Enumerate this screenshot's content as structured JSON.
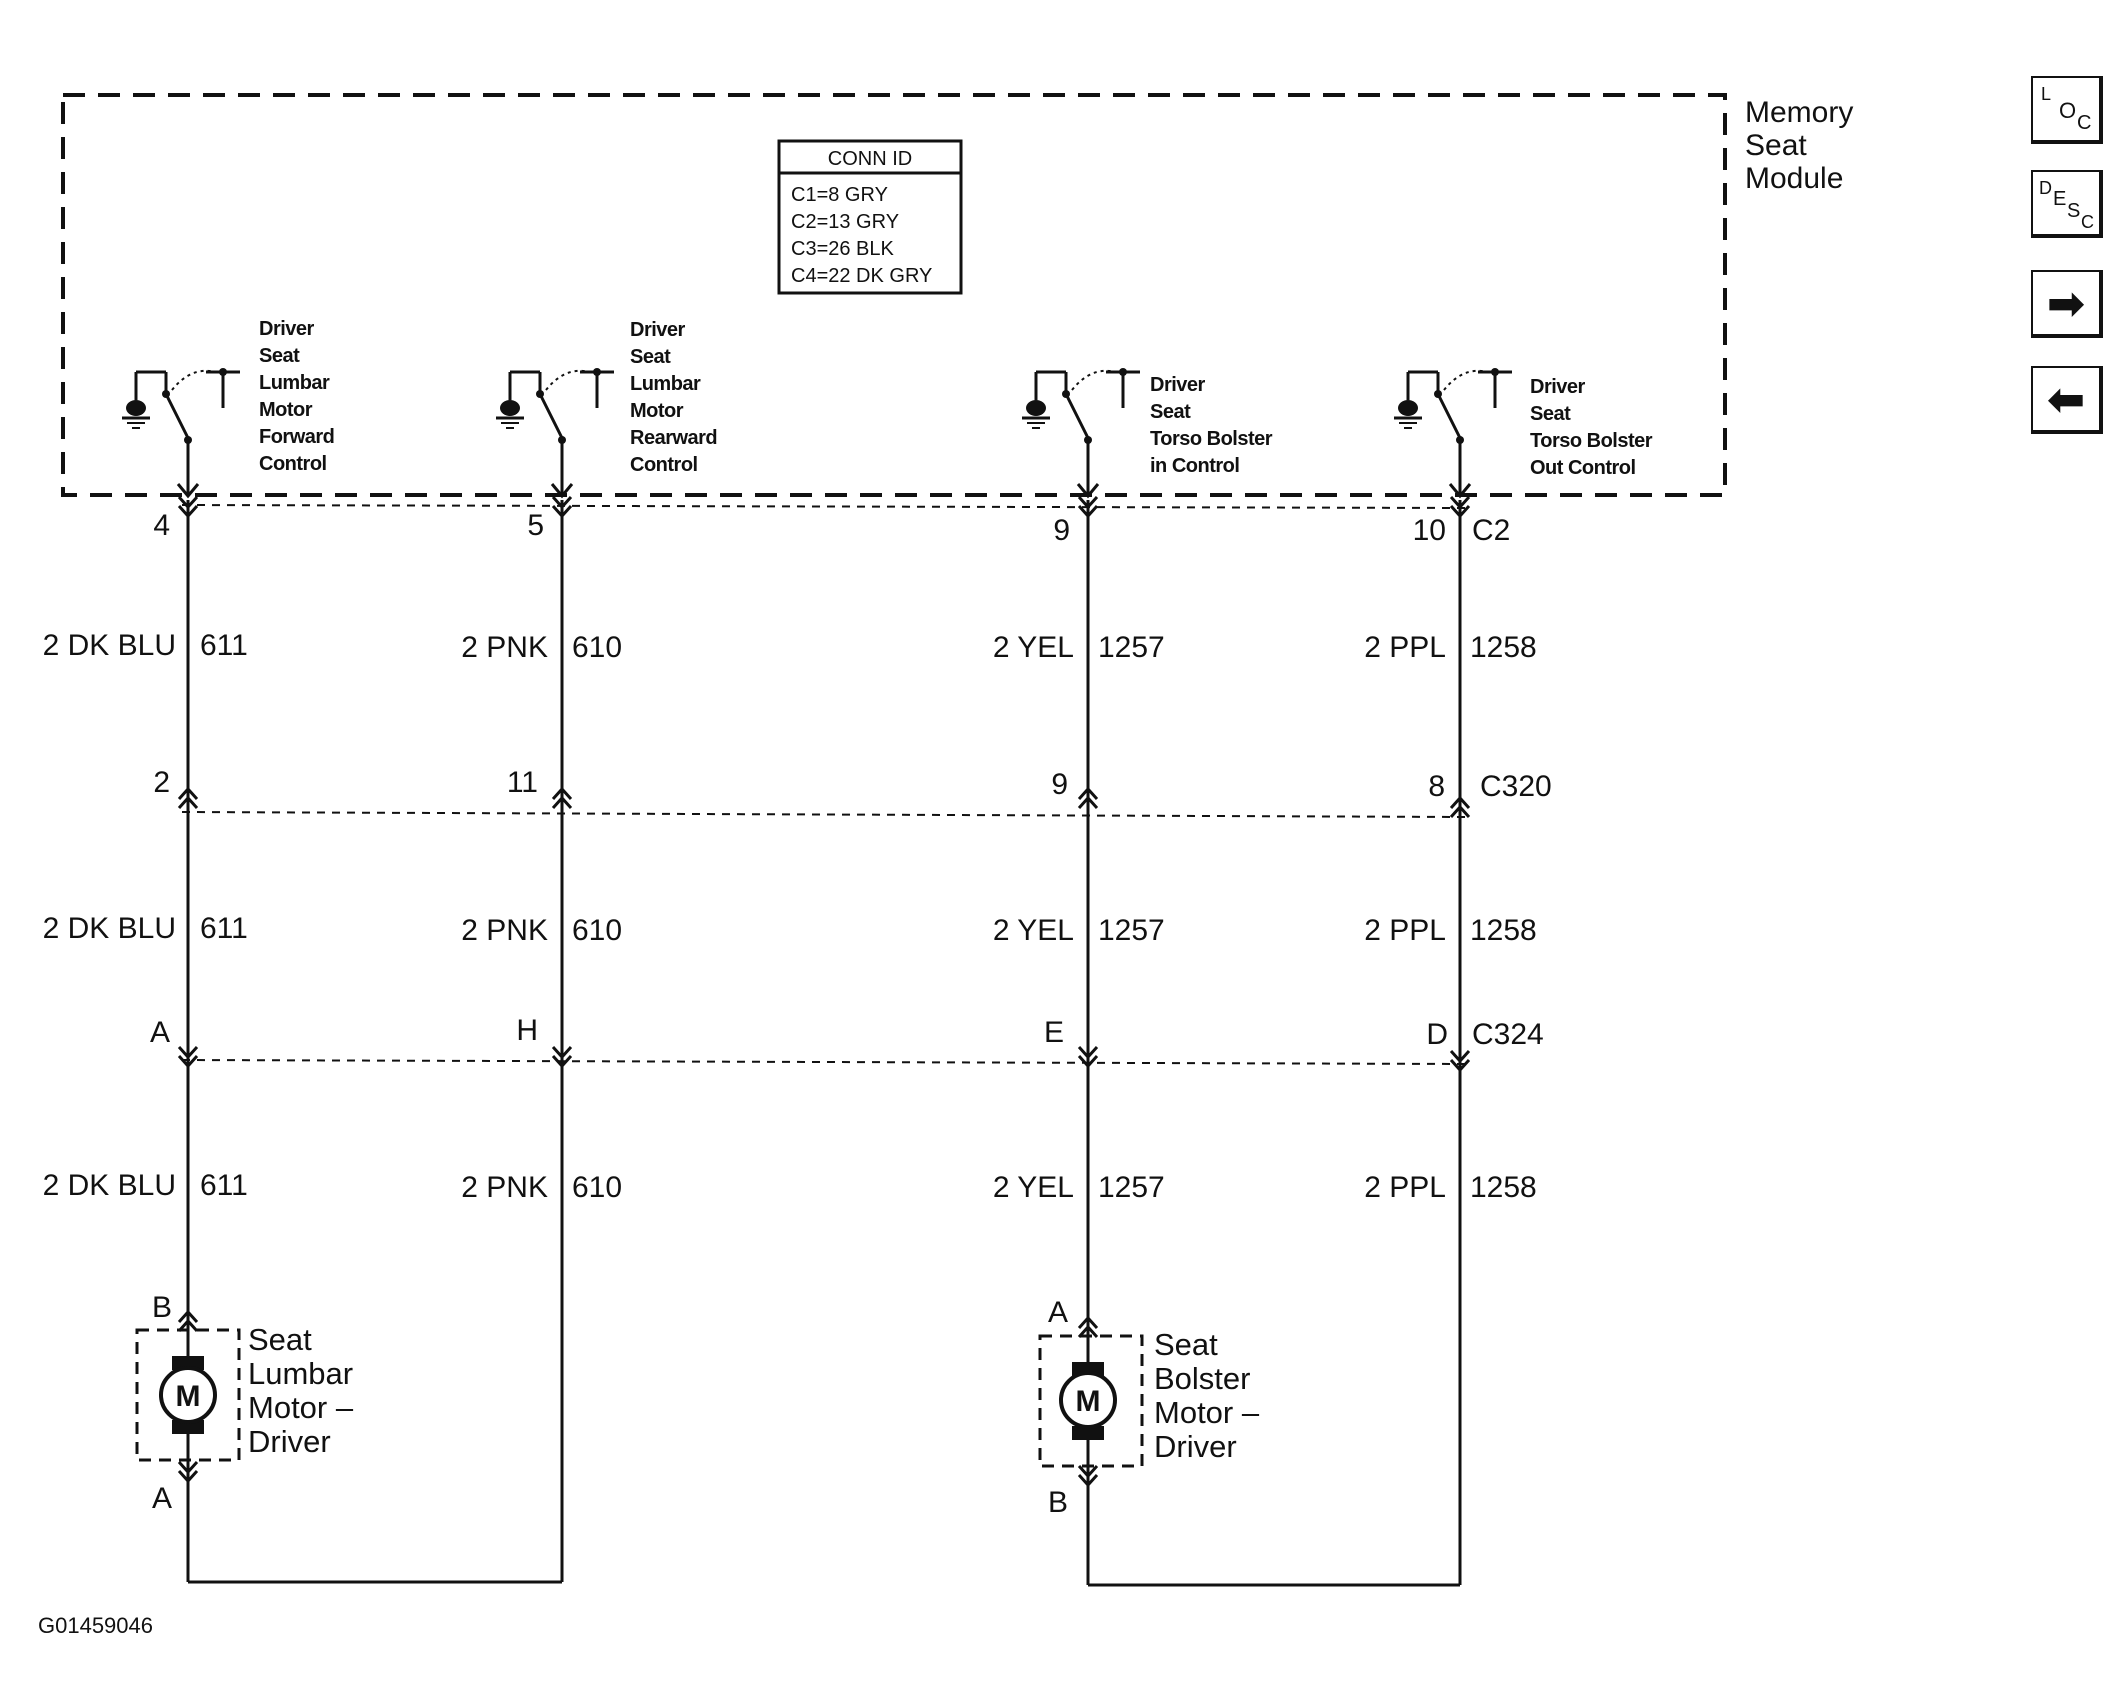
{
  "module": {
    "title_lines": [
      "Memory",
      "Seat",
      "Module"
    ]
  },
  "conn_id": {
    "title": "CONN ID",
    "rows": [
      "C1=8 GRY",
      "C2=13 GRY",
      "C3=26 BLK",
      "C4=22 DK GRY"
    ]
  },
  "switches": [
    {
      "lines": [
        "Driver",
        "Seat",
        "Lumbar",
        "Motor",
        "Forward",
        "Control"
      ]
    },
    {
      "lines": [
        "Driver",
        "Seat",
        "Lumbar",
        "Motor",
        "Rearward",
        "Control"
      ]
    },
    {
      "lines": [
        "Driver",
        "Seat",
        "Torso Bolster",
        "in Control"
      ]
    },
    {
      "lines": [
        "Driver",
        "Seat",
        "Torso Bolster",
        "Out Control"
      ]
    }
  ],
  "connectors": [
    {
      "name": "C2",
      "pins": [
        "4",
        "5",
        "9",
        "10"
      ]
    },
    {
      "name": "C320",
      "pins": [
        "2",
        "11",
        "9",
        "8"
      ]
    },
    {
      "name": "C324",
      "pins": [
        "A",
        "H",
        "E",
        "D"
      ]
    }
  ],
  "wires": [
    {
      "color": "2 DK BLU",
      "circuit": "611"
    },
    {
      "color": "2 PNK",
      "circuit": "610"
    },
    {
      "color": "2 YEL",
      "circuit": "1257"
    },
    {
      "color": "2 PPL",
      "circuit": "1258"
    }
  ],
  "motors": [
    {
      "symbol": "M",
      "top_pin": "B",
      "bottom_pin": "A",
      "lines": [
        "Seat",
        "Lumbar",
        "Motor –",
        "Driver"
      ]
    },
    {
      "symbol": "M",
      "top_pin": "A",
      "bottom_pin": "B",
      "lines": [
        "Seat",
        "Bolster",
        "Motor –",
        "Driver"
      ]
    }
  ],
  "figure_id": "G01459046",
  "nav": {
    "loc": [
      "L",
      "O",
      "C"
    ],
    "desc": [
      "D",
      "E",
      "S",
      "C"
    ],
    "next_glyph": "➡",
    "prev_glyph": "⬅"
  }
}
